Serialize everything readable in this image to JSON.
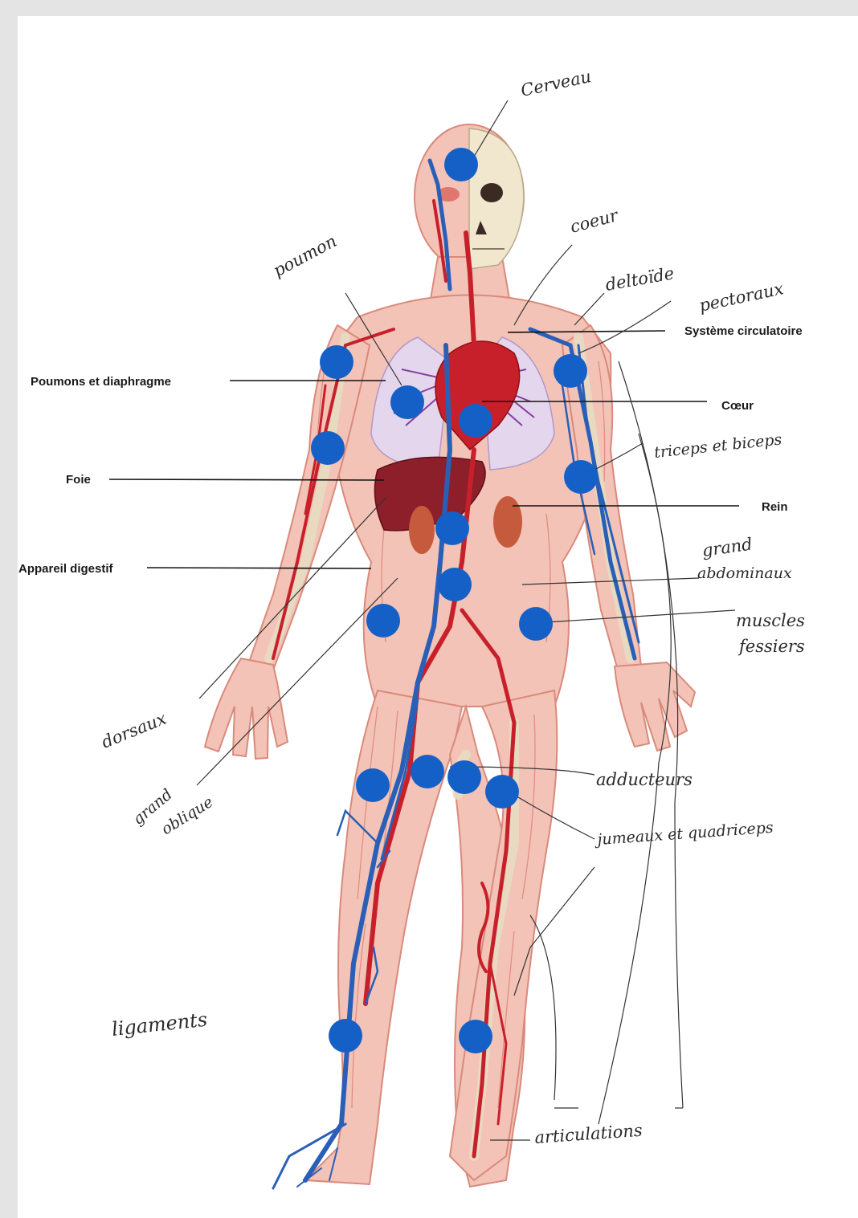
{
  "printed_labels": {
    "systeme_circulatoire": "Système circulatoire",
    "poumons_diaphragme": "Poumons et diaphragme",
    "coeur": "Cœur",
    "foie": "Foie",
    "rein": "Rein",
    "appareil_digestif": "Appareil digestif"
  },
  "handwritten_labels": {
    "cerveau": "Cerveau",
    "poumon": "poumon",
    "coeur": "coeur",
    "deltoide": "deltoïde",
    "pectoraux": "pectoraux",
    "triceps_biceps": "triceps et biceps",
    "grand_abdominaux_1": "grand",
    "grand_abdominaux_2": "abdominaux",
    "muscles_fessiers_1": "muscles",
    "muscles_fessiers_2": "fessiers",
    "dorsaux": "dorsaux",
    "grand_oblique_1": "grand",
    "grand_oblique_2": "oblique",
    "adducteurs": "adducteurs",
    "jumeaux_quadriceps": "jumeaux et quadriceps",
    "ligaments": "ligaments",
    "articulations": "articulations"
  },
  "colors": {
    "marker": "#1560c6",
    "skin": "#f2c3b6",
    "muscle": "#d9564e",
    "artery": "#c8202a",
    "vein": "#2a5fb8",
    "bone": "#f1e7cf",
    "background": "#e4e4e4",
    "sheet": "#ffffff"
  }
}
